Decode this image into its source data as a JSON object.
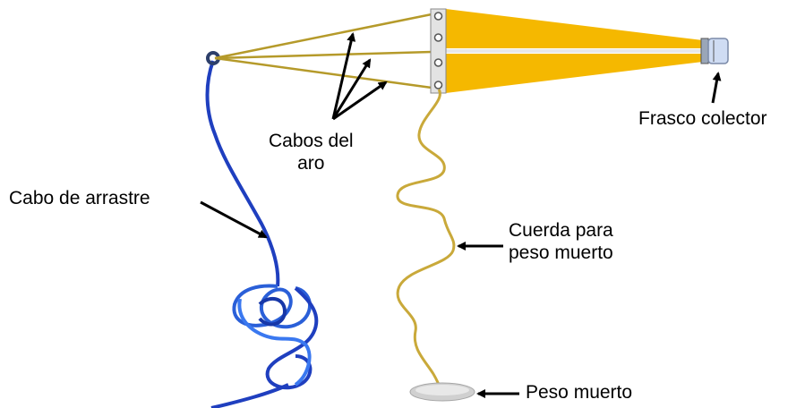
{
  "labels": {
    "cabos_del_aro_line1": "Cabos del",
    "cabos_del_aro_line2": "aro",
    "frasco_colector": "Frasco colector",
    "cabo_de_arrastre": "Cabo de arrastre",
    "cuerda_line1": "Cuerda para",
    "cuerda_line2": "peso muerto",
    "peso_muerto": "Peso muerto"
  },
  "colors": {
    "net": "#f5b800",
    "bridle": "#b59a2a",
    "tow_rope": "#1f3fbf",
    "tow_rope_light": "#2a6cf0",
    "weight_rope": "#c9a93a",
    "ring_frame": "#d9d9d9",
    "collector": "#cfdcf3",
    "weight": "#cccccc",
    "arrow": "#000000"
  }
}
